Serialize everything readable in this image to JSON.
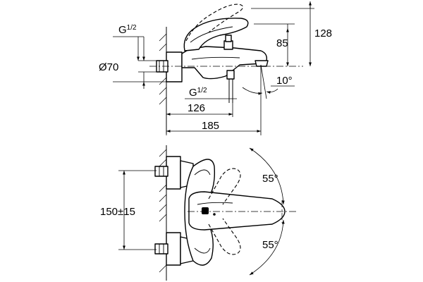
{
  "side_view": {
    "labels": {
      "thread_top": "G",
      "thread_top_fraction": "1/2",
      "diameter": "Ø70",
      "thread_bottom": "G",
      "thread_bottom_fraction": "1/2",
      "angle": "10°",
      "total_height": "128",
      "spout_height": "85",
      "spout_reach": "126",
      "overall_depth": "185"
    }
  },
  "front_view": {
    "labels": {
      "angle_upper": "55°",
      "angle_lower": "55°",
      "centre_distance": "150±15"
    }
  }
}
